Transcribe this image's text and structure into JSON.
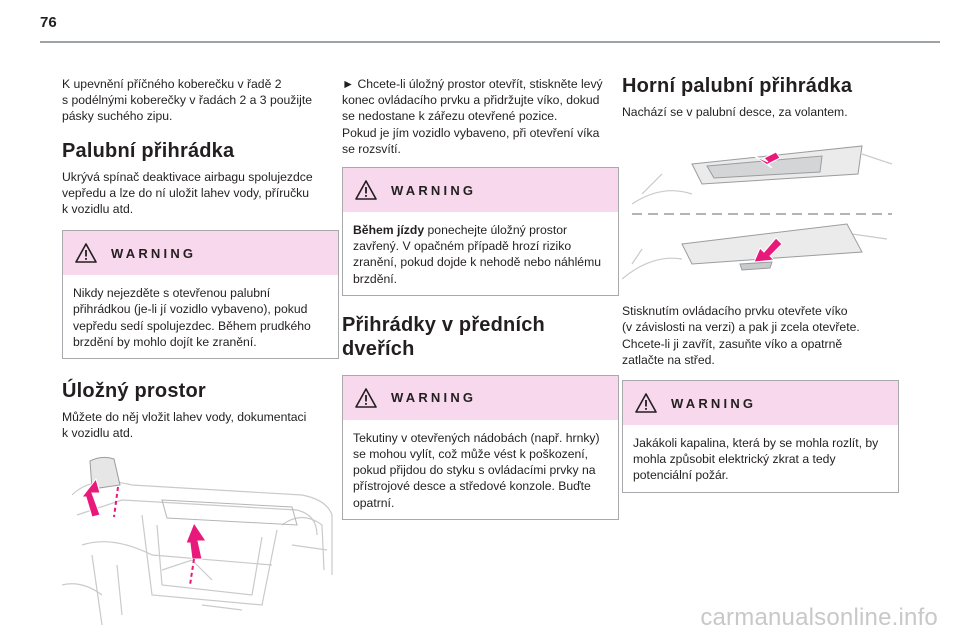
{
  "page_number": "76",
  "col1": {
    "intro_lines": [
      "K upevnění příčného koberečku v řadě 2",
      "s podélnými koberečky v řadách 2 a 3 použijte",
      "pásky suchého zipu."
    ],
    "section1_title": "Palubní přihrádka",
    "section1_lines": [
      "Ukrývá spínač deaktivace airbagu spolujezdce",
      "vepředu a lze do ní uložit lahev vody, příručku",
      "k vozidlu atd."
    ],
    "warning1": {
      "title": "WARNING",
      "lines": [
        "Nikdy nejezděte s otevřenou palubní",
        "přihrádkou (je-li jí vozidlo vybaveno), pokud",
        "vepředu sedí spolujezdec. Během prudkého",
        "brzdění by mohlo dojít ke zranění."
      ]
    },
    "section2_title": "Úložný prostor",
    "section2_lines": [
      "Můžete do něj vložit lahev vody, dokumentaci",
      "k vozidlu atd."
    ]
  },
  "col2": {
    "bullet_lines": [
      "►  Chcete-li úložný prostor otevřít, stiskněte levý",
      "konec ovládacího prvku a přidržujte víko, dokud",
      "se nedostane k zářezu otevřené pozice.",
      "Pokud je jím vozidlo vybaveno, při otevření víka",
      "se rozsvítí."
    ],
    "warning2": {
      "title": "WARNING",
      "bold": "Během jízdy",
      "lines": [
        " ponechejte úložný prostor",
        "zavřený. V opačném případě hrozí riziko",
        "zranění, pokud dojde k nehodě nebo náhlému",
        "brzdění."
      ]
    },
    "section3_title_lines": [
      "Přihrádky v předních",
      "dveřích"
    ],
    "warning3": {
      "title": "WARNING",
      "lines": [
        "Tekutiny v otevřených nádobách (např. hrnky)",
        "se mohou vylít, což může vést k poškození,",
        "pokud přijdou do styku s ovládacími prvky na",
        "přístrojové desce a středové konzole. Buďte",
        "opatrní."
      ]
    }
  },
  "col3": {
    "section4_title": "Horní palubní přihrádka",
    "section4_lines": [
      "Nachází se v palubní desce, za volantem."
    ],
    "after_lines": [
      "Stisknutím ovládacího prvku otevřete víko",
      "(v závislosti na verzi) a pak ji zcela otevřete.",
      "Chcete-li ji zavřít, zasuňte víko a opatrně",
      "zatlačte na střed."
    ],
    "warning4": {
      "title": "WARNING",
      "lines": [
        "Jakákoli kapalina, která by se mohla rozlít, by",
        "mohla způsobit elektrický zkrat a tedy",
        "potenciální požár."
      ]
    }
  },
  "watermark": "carmanualsonline.info",
  "colors": {
    "warning_bg": "#f7d8ec",
    "arrow": "#e8197a",
    "rule": "#9ea3a8"
  }
}
